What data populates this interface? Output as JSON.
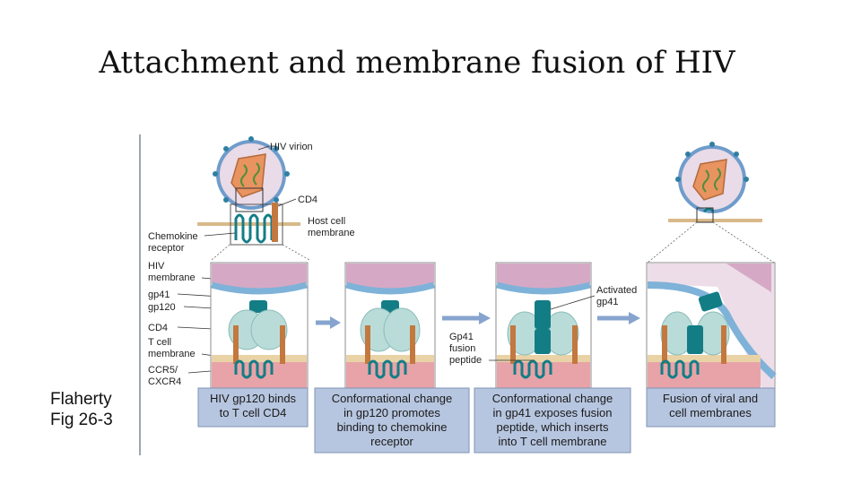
{
  "title": "Attachment and membrane fusion of HIV",
  "credit": {
    "line1": "Flaherty",
    "line2": "Fig 26-3"
  },
  "figure": {
    "labels": {
      "hiv_virion": "HIV virion",
      "cd4_top": "CD4",
      "host_cell_1": "Host cell",
      "host_cell_2": "membrane",
      "chemokine_1": "Chemokine",
      "chemokine_2": "receptor",
      "hiv_membrane_1": "HIV",
      "hiv_membrane_2": "membrane",
      "gp41": "gp41",
      "gp120": "gp120",
      "cd4": "CD4",
      "tcell_1": "T cell",
      "tcell_2": "membrane",
      "ccr5_1": "CCR5/",
      "ccr5_2": "CXCR4",
      "gp41_fusion_1": "Gp41",
      "gp41_fusion_2": "fusion",
      "gp41_fusion_3": "peptide",
      "activated_1": "Activated",
      "activated_2": "gp41"
    },
    "captions": [
      {
        "line1": "HIV gp120 binds",
        "line2": "to T cell CD4",
        "line3": "",
        "line4": ""
      },
      {
        "line1": "Conformational change",
        "line2": "in gp120 promotes",
        "line3": "binding to chemokine",
        "line4": "receptor"
      },
      {
        "line1": "Conformational change",
        "line2": "in gp41 exposes fusion",
        "line3": "peptide, which inserts",
        "line4": "into T cell membrane"
      },
      {
        "line1": "Fusion of viral and",
        "line2": "cell membranes",
        "line3": "",
        "line4": ""
      }
    ],
    "colors": {
      "caption_bg": "#b7c6e0",
      "teal": "#137d86",
      "membrane": "#7fb2d8",
      "virus_top": "#d5a9c5",
      "cell_bottom": "#e7a3a8",
      "arrow": "#86a4ce",
      "capsid": "#e89360"
    }
  }
}
